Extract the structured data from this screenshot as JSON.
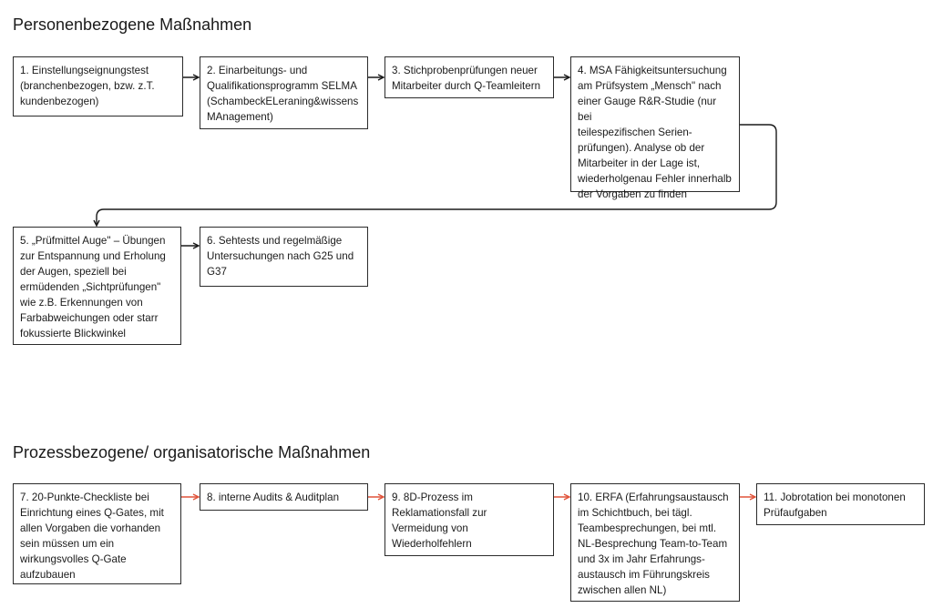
{
  "sections": [
    {
      "title": "Personenbezogene Maßnahmen",
      "steps": [
        "1. Einstellungseignungstest\n(branchenbezogen, bzw. z.T.\nkundenbezogen)",
        "2. Einarbeitungs- und\nQualifikationsprogramm SELMA\n(SchambeckELeraning&wissens\nMAnagement)",
        "3. Stichprobenprüfungen neuer\nMitarbeiter durch Q-Teamleitern",
        "4. MSA Fähigkeitsuntersuchung\nam Prüfsystem „Mensch\" nach\neiner Gauge R&R-Studie (nur bei\nteilespezifischen Serien-\nprüfungen). Analyse ob der\nMitarbeiter in der Lage ist,\nwiederholgenau Fehler innerhalb\nder Vorgaben zu finden",
        "5. „Prüfmittel Auge\" – Übungen\nzur Entspannung und Erholung\nder Augen, speziell bei\nermüdenden „Sichtprüfungen\"\nwie z.B. Erkennungen von\nFarbabweichungen oder starr\nfokussierte Blickwinkel",
        "6. Sehtests und regelmäßige\nUntersuchungen nach G25 und\nG37"
      ]
    },
    {
      "title": "Prozessbezogene/ organisatorische Maßnahmen",
      "steps": [
        "7. 20-Punkte-Checkliste bei\nEinrichtung eines Q-Gates, mit\nallen Vorgaben die vorhanden\nsein müssen um ein\nwirkungsvolles Q-Gate\naufzubauen",
        "8. interne Audits & Auditplan",
        "9. 8D-Prozess im\nReklamationsfall zur\nVermeidung von\nWiederholfehlern",
        "10. ERFA (Erfahrungsaustausch\nim Schichtbuch, bei tägl.\nTeambesprechungen, bei mtl.\nNL-Besprechung Team-to-Team\nund 3x im Jahr Erfahrungs-\naustausch im Führungskreis\nzwischen allen NL)",
        "11. Jobrotation bei monotonen\nPrüfaufgaben"
      ]
    }
  ],
  "colors": {
    "box_border": "#2b2b2b",
    "arrow_person": "#1a1a1a",
    "arrow_process": "#e0533a"
  }
}
